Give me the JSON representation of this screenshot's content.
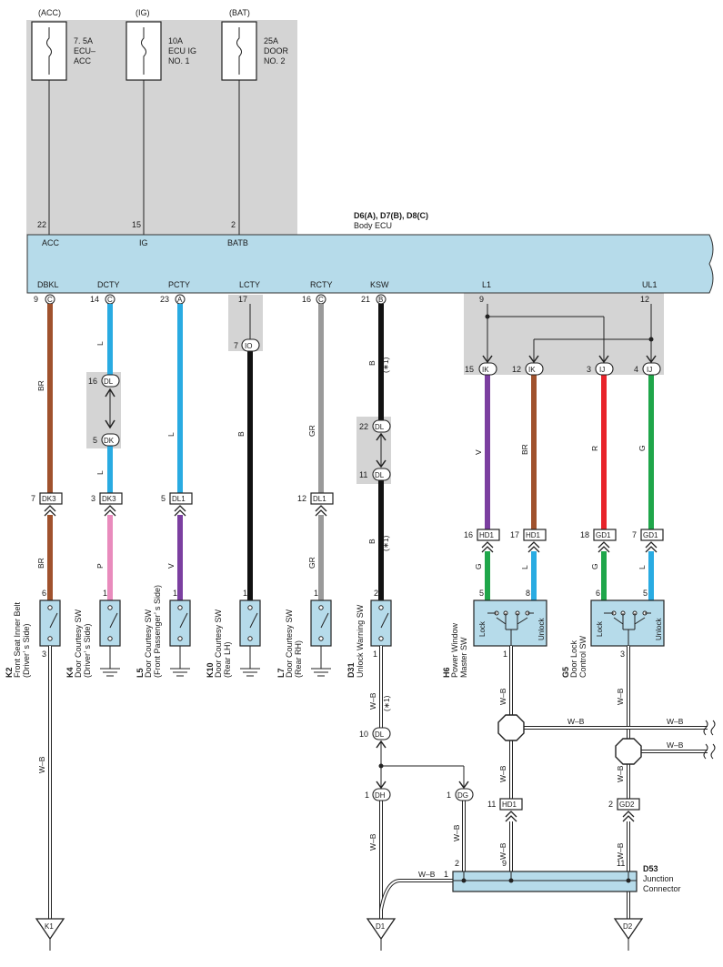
{
  "fuses": [
    {
      "source": "(ACC)",
      "lines": [
        "7. 5A",
        "ECU–",
        "ACC"
      ],
      "pin": "22",
      "terminal": "ACC"
    },
    {
      "source": "(IG)",
      "lines": [
        "10A",
        "ECU IG",
        "NO. 1"
      ],
      "pin": "15",
      "terminal": "IG"
    },
    {
      "source": "(BAT)",
      "lines": [
        "25A",
        "DOOR",
        "NO. 2"
      ],
      "pin": "2",
      "terminal": "BATB"
    }
  ],
  "ecu": {
    "connectors": "D6(A), D7(B), D8(C)",
    "name": "Body ECU"
  },
  "ecu_pins": [
    {
      "terminal": "DBKL",
      "pin": "9",
      "conn": "C"
    },
    {
      "terminal": "DCTY",
      "pin": "14",
      "conn": "C"
    },
    {
      "terminal": "PCTY",
      "pin": "23",
      "conn": "A"
    },
    {
      "terminal": "LCTY",
      "pin": "17",
      "conn": ""
    },
    {
      "terminal": "RCTY",
      "pin": "16",
      "conn": "C"
    },
    {
      "terminal": "KSW",
      "pin": "21",
      "conn": "B"
    },
    {
      "terminal": "L1",
      "pin": "9",
      "conn": ""
    },
    {
      "terminal": "UL1",
      "pin": "12",
      "conn": ""
    }
  ],
  "wire_colors": {
    "BR": "#a0522d",
    "L": "#29abe2",
    "P": "#e98bbd",
    "V": "#7b3fa0",
    "B": "#111111",
    "GR": "#9a9a9a",
    "R": "#e8232a",
    "G": "#1fa64a"
  },
  "wire_labels": {
    "br": "BR",
    "l": "L",
    "v": "V",
    "b": "B",
    "gr": "GR",
    "p": "P",
    "r": "R",
    "g": "G",
    "wb": "W–B",
    "x1": "(∗1)"
  },
  "connectors": {
    "dl16": "16",
    "dl": "DL",
    "dk5": "5",
    "dk": "DK",
    "io7": "7",
    "io": "IO",
    "dl22": "22",
    "dl11": "11",
    "ik15": "15",
    "ik": "IK",
    "ik12": "12",
    "ij3": "3",
    "ij": "IJ",
    "ij4": "4",
    "dk3a": "7",
    "dk3": "DK3",
    "dk3b": "3",
    "dl1a": "5",
    "dl1": "DL1",
    "dl1b": "12",
    "hd1a": "16",
    "hd1": "HD1",
    "hd1b": "17",
    "gd1a": "18",
    "gd1": "GD1",
    "gd1b": "7",
    "dl10": "10",
    "dh1": "1",
    "dh": "DH",
    "dg1": "1",
    "dg": "DG",
    "hd1c": "11",
    "gd2": "GD2",
    "gd2n": "2"
  },
  "switches": [
    {
      "code": "K2",
      "name": [
        "Front Seat Inner Belt",
        "(Driver’ s Side)"
      ],
      "top": "6",
      "bottom": "3"
    },
    {
      "code": "K4",
      "name": [
        "Door Courtesy SW",
        "(Driver’ s Side)"
      ],
      "top": "1",
      "bottom": ""
    },
    {
      "code": "L5",
      "name": [
        "Door Courtesy SW",
        "(Front Passenger’ s Side)"
      ],
      "top": "1",
      "bottom": ""
    },
    {
      "code": "K10",
      "name": [
        "Door Courtesy SW",
        "(Rear LH)"
      ],
      "top": "1",
      "bottom": ""
    },
    {
      "code": "L7",
      "name": [
        "Door Courtesy SW",
        "(Rear RH)"
      ],
      "top": "1",
      "bottom": ""
    },
    {
      "code": "D31",
      "name": [
        "Unlock Warning SW"
      ],
      "top": "2",
      "bottom": "1"
    },
    {
      "code": "H6",
      "name": [
        "Power Window",
        "Master SW"
      ],
      "pin_l": "5",
      "pin_r": "8",
      "bottom": "1",
      "lock": "Lock",
      "unlock": "Unlock"
    },
    {
      "code": "G5",
      "name": [
        "Door Lock",
        "Control SW"
      ],
      "pin_l": "6",
      "pin_r": "5",
      "bottom": "3",
      "lock": "Lock",
      "unlock": "Unlock"
    }
  ],
  "junction": {
    "code": "D53",
    "name": [
      "Junction",
      "Connector"
    ],
    "pins": {
      "p1": "1",
      "p2": "2",
      "p9": "9",
      "p11": "11"
    }
  },
  "grounds": {
    "k1": "K1",
    "d1": "D1",
    "d2": "D2"
  }
}
